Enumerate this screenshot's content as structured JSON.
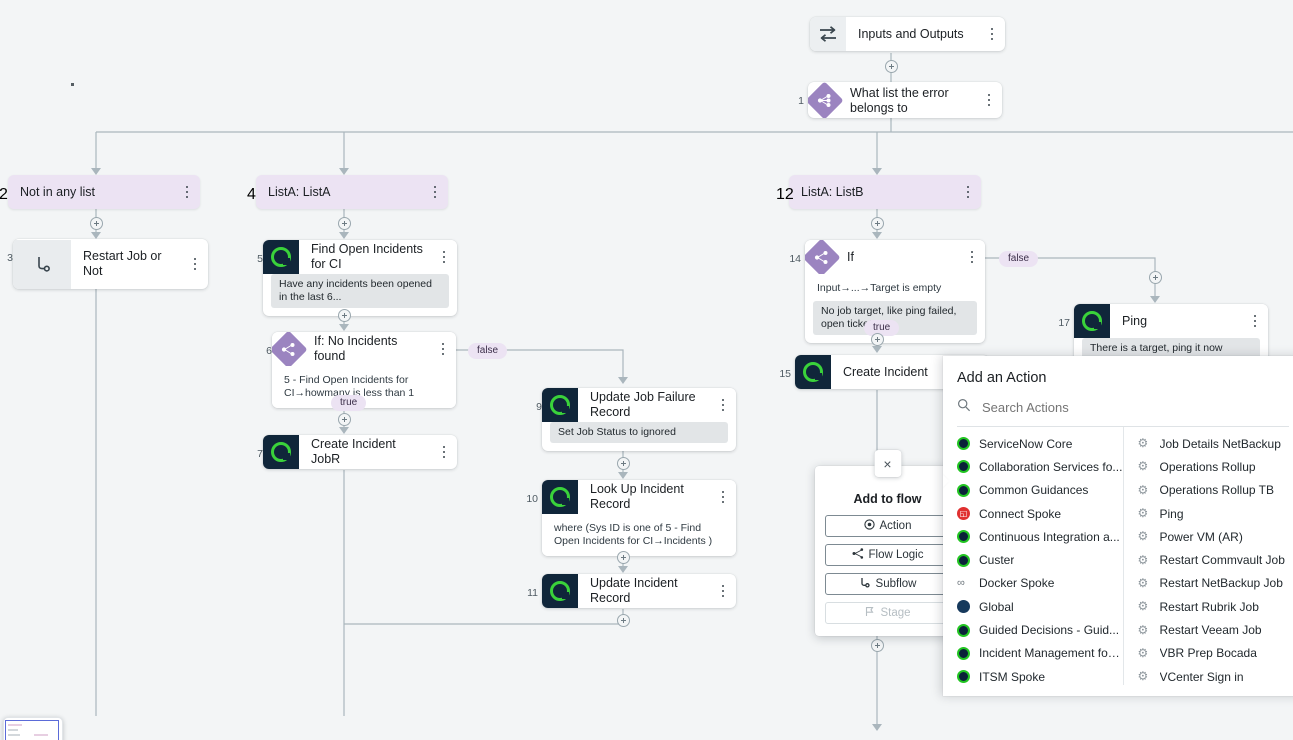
{
  "canvas": {
    "background": "#f3f5f6",
    "wire_color": "#aab6bd"
  },
  "flow_nodes": [
    {
      "id": "inputs-outputs",
      "num": "",
      "label": "Inputs and Outputs",
      "icon": "inputs-outputs-icon",
      "type": "io",
      "sub": "",
      "annot": ""
    },
    {
      "id": "what-list",
      "num": "1",
      "label": "What list the error belongs to",
      "icon": "flow-logic-icon",
      "type": "logic",
      "sub": "",
      "annot": ""
    },
    {
      "id": "not-in-any-list",
      "num": "2",
      "label": "Not in any list",
      "icon": "",
      "type": "list",
      "sub": "",
      "annot": ""
    },
    {
      "id": "restart-job-or-not",
      "num": "3",
      "label": "Restart Job or Not",
      "icon": "subflow-icon",
      "type": "subflow",
      "sub": "",
      "annot": ""
    },
    {
      "id": "lista-lista",
      "num": "4",
      "label": "ListA: ListA",
      "icon": "",
      "type": "list",
      "sub": "",
      "annot": ""
    },
    {
      "id": "find-open-incidents",
      "num": "5",
      "label": "Find Open Incidents for CI",
      "icon": "servicenow-icon",
      "type": "action",
      "sub": "",
      "annot": "Have any incidents been opened in the last 6..."
    },
    {
      "id": "if-no-incidents-found",
      "num": "6",
      "label": "If: No Incidents found",
      "icon": "flow-logic-icon",
      "type": "logic",
      "sub": "5 - Find Open Incidents for CI→howmany is less than 1",
      "annot": ""
    },
    {
      "id": "create-incident-jobr",
      "num": "7",
      "label": "Create Incident JobR",
      "icon": "servicenow-icon",
      "type": "action",
      "sub": "",
      "annot": ""
    },
    {
      "id": "update-job-failure-record",
      "num": "9",
      "label": "Update Job Failure Record",
      "icon": "servicenow-icon",
      "type": "action",
      "sub": "",
      "annot": "Set Job Status to ignored"
    },
    {
      "id": "look-up-incident-record",
      "num": "10",
      "label": "Look Up Incident Record",
      "icon": "servicenow-icon",
      "type": "action",
      "sub": "where (Sys ID is one of 5 - Find Open Incidents for CI→Incidents )",
      "annot": ""
    },
    {
      "id": "update-incident-record",
      "num": "11",
      "label": "Update Incident Record",
      "icon": "servicenow-icon",
      "type": "action",
      "sub": "",
      "annot": ""
    },
    {
      "id": "lista-listb",
      "num": "12",
      "label": "ListA: ListB",
      "icon": "",
      "type": "list",
      "sub": "",
      "annot": ""
    },
    {
      "id": "if-target-empty",
      "num": "14",
      "label": "If",
      "icon": "flow-logic-icon",
      "type": "logic",
      "sub": "Input→...→Target is empty",
      "annot": "No job target, like ping failed, open ticket"
    },
    {
      "id": "create-incident",
      "num": "15",
      "label": "Create Incident",
      "icon": "servicenow-icon",
      "type": "action",
      "sub": "",
      "annot": ""
    },
    {
      "id": "ping",
      "num": "17",
      "label": "Ping",
      "icon": "servicenow-icon",
      "type": "action",
      "sub": "",
      "annot": "There is a target, ping it now"
    }
  ],
  "branch_labels": [
    {
      "id": "false-if6",
      "text": "false"
    },
    {
      "id": "true-if6",
      "text": "true"
    },
    {
      "id": "false-if14",
      "text": "false"
    },
    {
      "id": "true-if14",
      "text": "true"
    }
  ],
  "add_to_flow": {
    "close_label": "×",
    "title": "Add to flow",
    "buttons": [
      {
        "id": "action",
        "label": "Action",
        "icon": "action-target-icon",
        "disabled": false
      },
      {
        "id": "flow-logic",
        "label": "Flow Logic",
        "icon": "flow-logic-icon",
        "disabled": false
      },
      {
        "id": "subflow",
        "label": "Subflow",
        "icon": "subflow-icon",
        "disabled": false
      },
      {
        "id": "stage",
        "label": "Stage",
        "icon": "flag-icon",
        "disabled": true
      }
    ]
  },
  "add_an_action": {
    "title": "Add an Action",
    "search": {
      "value": "",
      "placeholder": "Search Actions",
      "icon": "search-icon"
    },
    "left_column": [
      {
        "label": "ServiceNow Core",
        "icon": "servicenow-spoke-icon"
      },
      {
        "label": "Collaboration Services fo...",
        "icon": "servicenow-spoke-icon"
      },
      {
        "label": "Common Guidances",
        "icon": "servicenow-spoke-icon"
      },
      {
        "label": "Connect Spoke",
        "icon": "connect-spoke-icon"
      },
      {
        "label": "Continuous Integration a...",
        "icon": "servicenow-spoke-icon"
      },
      {
        "label": "Custer",
        "icon": "servicenow-spoke-icon"
      },
      {
        "label": "Docker Spoke",
        "icon": "docker-spoke-icon"
      },
      {
        "label": "Global",
        "icon": "global-icon"
      },
      {
        "label": "Guided Decisions - Guid...",
        "icon": "servicenow-spoke-icon"
      },
      {
        "label": "Incident Management for ...",
        "icon": "servicenow-spoke-icon"
      },
      {
        "label": "ITSM Spoke",
        "icon": "servicenow-spoke-icon"
      }
    ],
    "right_column": [
      {
        "label": "Job Details NetBackup",
        "icon": "gear-icon"
      },
      {
        "label": "Operations Rollup",
        "icon": "gear-icon"
      },
      {
        "label": "Operations Rollup TB",
        "icon": "gear-icon"
      },
      {
        "label": "Ping",
        "icon": "gear-icon"
      },
      {
        "label": "Power VM (AR)",
        "icon": "gear-icon"
      },
      {
        "label": "Restart Commvault Job",
        "icon": "gear-icon"
      },
      {
        "label": "Restart NetBackup Job",
        "icon": "gear-icon"
      },
      {
        "label": "Restart Rubrik Job",
        "icon": "gear-icon"
      },
      {
        "label": "Restart Veeam Job",
        "icon": "gear-icon"
      },
      {
        "label": "VBR Prep  Bocada",
        "icon": "gear-icon"
      },
      {
        "label": "VCenter Sign in",
        "icon": "gear-icon"
      }
    ]
  }
}
